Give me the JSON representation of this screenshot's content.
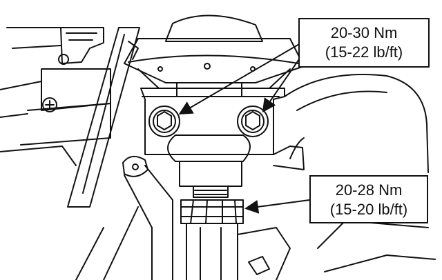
{
  "callouts": {
    "upper": {
      "torque_metric": "20-30 Nm",
      "torque_imperial": "(15-22 lb/ft)"
    },
    "lower": {
      "torque_metric": "20-28 Nm",
      "torque_imperial": "(15-20 lb/ft)"
    }
  },
  "colors": {
    "line": "#111111",
    "background": "#ffffff"
  }
}
